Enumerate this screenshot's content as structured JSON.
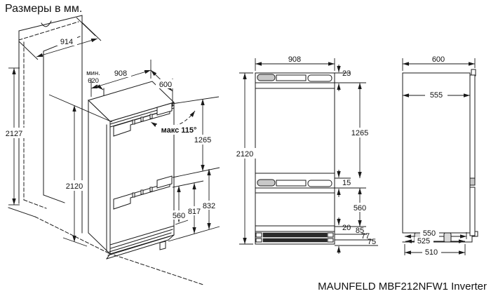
{
  "title": "Размеры в мм.",
  "model_label": "MAUNFELD MBF212NFW1 Inverter",
  "colors": {
    "line": "#1a1a1a",
    "hinge_gray": "#c8c8c8",
    "grille_dark": "#2b2b2b"
  },
  "perspective_view": {
    "niche_height": "2127",
    "niche_width": "914",
    "niche_depth_min_label": "мин.",
    "niche_depth_min": "620",
    "width": "908",
    "depth": "600",
    "height": "2120",
    "door_open_angle": "макс 115°",
    "upper_door_height": "1265",
    "base_to_hinge_top": "832",
    "base_to_hinge_bottom": "817",
    "lower_door_height": "560"
  },
  "front_view": {
    "width": "908",
    "top_gap": "23",
    "height": "2120",
    "upper_door_height": "1265",
    "hinge_gap": "15",
    "lower_door_height": "560",
    "base_gap": "20",
    "base_heights": [
      "85",
      "77",
      "75"
    ]
  },
  "side_view": {
    "depth": "600",
    "body_depth": "555",
    "foot_depth_a": "550",
    "foot_depth_b": "525",
    "base_depth": "510"
  }
}
